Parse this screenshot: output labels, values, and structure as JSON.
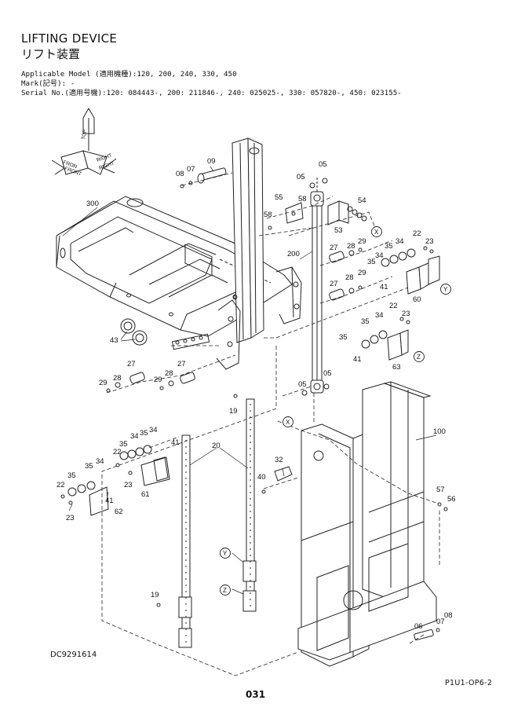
{
  "header": {
    "title_en": "LIFTING DEVICE",
    "title_jp": "リフト装置",
    "applicable_model": "Applicable Model (適用機種):120, 200, 240, 330, 450",
    "mark": "Mark(記号): -",
    "serial_no": "Serial No.(適用号機):120: 084443-, 200: 211846-, 240: 025025-, 330: 057820-, 450: 023155-"
  },
  "orientation": {
    "top": "TOP",
    "front_en": "FRONT",
    "front_jp": "FRON",
    "right_en": "RIGHT",
    "right_jp": "RIGHT"
  },
  "callouts": [
    {
      "id": "c300",
      "text": "300"
    },
    {
      "id": "c08a",
      "text": "08"
    },
    {
      "id": "c07a",
      "text": "07"
    },
    {
      "id": "c09",
      "text": "09"
    },
    {
      "id": "c05a",
      "text": "05"
    },
    {
      "id": "c05b",
      "text": "05"
    },
    {
      "id": "c55",
      "text": "55"
    },
    {
      "id": "c58a",
      "text": "58"
    },
    {
      "id": "c58b",
      "text": "58"
    },
    {
      "id": "c54",
      "text": "54"
    },
    {
      "id": "c53",
      "text": "53"
    },
    {
      "id": "cXa",
      "text": "X"
    },
    {
      "id": "c29a",
      "text": "29"
    },
    {
      "id": "c28a",
      "text": "28"
    },
    {
      "id": "c27a",
      "text": "27"
    },
    {
      "id": "c200",
      "text": "200"
    },
    {
      "id": "c34a",
      "text": "34"
    },
    {
      "id": "c35a",
      "text": "35"
    },
    {
      "id": "c22a",
      "text": "22"
    },
    {
      "id": "c23a",
      "text": "23"
    },
    {
      "id": "c34b",
      "text": "34"
    },
    {
      "id": "c35b",
      "text": "35"
    },
    {
      "id": "c29b",
      "text": "29"
    },
    {
      "id": "c28b",
      "text": "28"
    },
    {
      "id": "c27b",
      "text": "27"
    },
    {
      "id": "c41a",
      "text": "41"
    },
    {
      "id": "c60",
      "text": "60"
    },
    {
      "id": "cYa",
      "text": "Y"
    },
    {
      "id": "c22b",
      "text": "22"
    },
    {
      "id": "c34c",
      "text": "34"
    },
    {
      "id": "c23b",
      "text": "23"
    },
    {
      "id": "c35c",
      "text": "35"
    },
    {
      "id": "c35d",
      "text": "35"
    },
    {
      "id": "c41b",
      "text": "41"
    },
    {
      "id": "c63",
      "text": "63"
    },
    {
      "id": "cZa",
      "text": "Z"
    },
    {
      "id": "c43",
      "text": "43"
    },
    {
      "id": "c27c",
      "text": "27"
    },
    {
      "id": "c27d",
      "text": "27"
    },
    {
      "id": "c28c",
      "text": "28"
    },
    {
      "id": "c28d",
      "text": "28"
    },
    {
      "id": "c29c",
      "text": "29"
    },
    {
      "id": "c29d",
      "text": "29"
    },
    {
      "id": "c05c",
      "text": "05"
    },
    {
      "id": "c05d",
      "text": "05"
    },
    {
      "id": "c19a",
      "text": "19"
    },
    {
      "id": "c100",
      "text": "100"
    },
    {
      "id": "cXb",
      "text": "X"
    },
    {
      "id": "c20",
      "text": "20"
    },
    {
      "id": "c34d",
      "text": "34"
    },
    {
      "id": "c35e",
      "text": "35"
    },
    {
      "id": "c35f",
      "text": "35"
    },
    {
      "id": "c34e",
      "text": "34"
    },
    {
      "id": "c22c",
      "text": "22"
    },
    {
      "id": "c41c",
      "text": "41"
    },
    {
      "id": "c23c",
      "text": "23"
    },
    {
      "id": "c61",
      "text": "61"
    },
    {
      "id": "c34f",
      "text": "34"
    },
    {
      "id": "c35g",
      "text": "35"
    },
    {
      "id": "c35h",
      "text": "35"
    },
    {
      "id": "c22d",
      "text": "22"
    },
    {
      "id": "c41d",
      "text": "41"
    },
    {
      "id": "c62",
      "text": "62"
    },
    {
      "id": "c23d",
      "text": "23"
    },
    {
      "id": "c32",
      "text": "32"
    },
    {
      "id": "c40",
      "text": "40"
    },
    {
      "id": "c57",
      "text": "57"
    },
    {
      "id": "c56",
      "text": "56"
    },
    {
      "id": "cYb",
      "text": "Y"
    },
    {
      "id": "cZb",
      "text": "Z"
    },
    {
      "id": "c19b",
      "text": "19"
    },
    {
      "id": "c08b",
      "text": "08"
    },
    {
      "id": "c07b",
      "text": "07"
    },
    {
      "id": "c06",
      "text": "06"
    }
  ],
  "footer": {
    "drawing_no": "DC9291614",
    "ref_code": "P1U1-OP6-2",
    "page_number": "031"
  }
}
